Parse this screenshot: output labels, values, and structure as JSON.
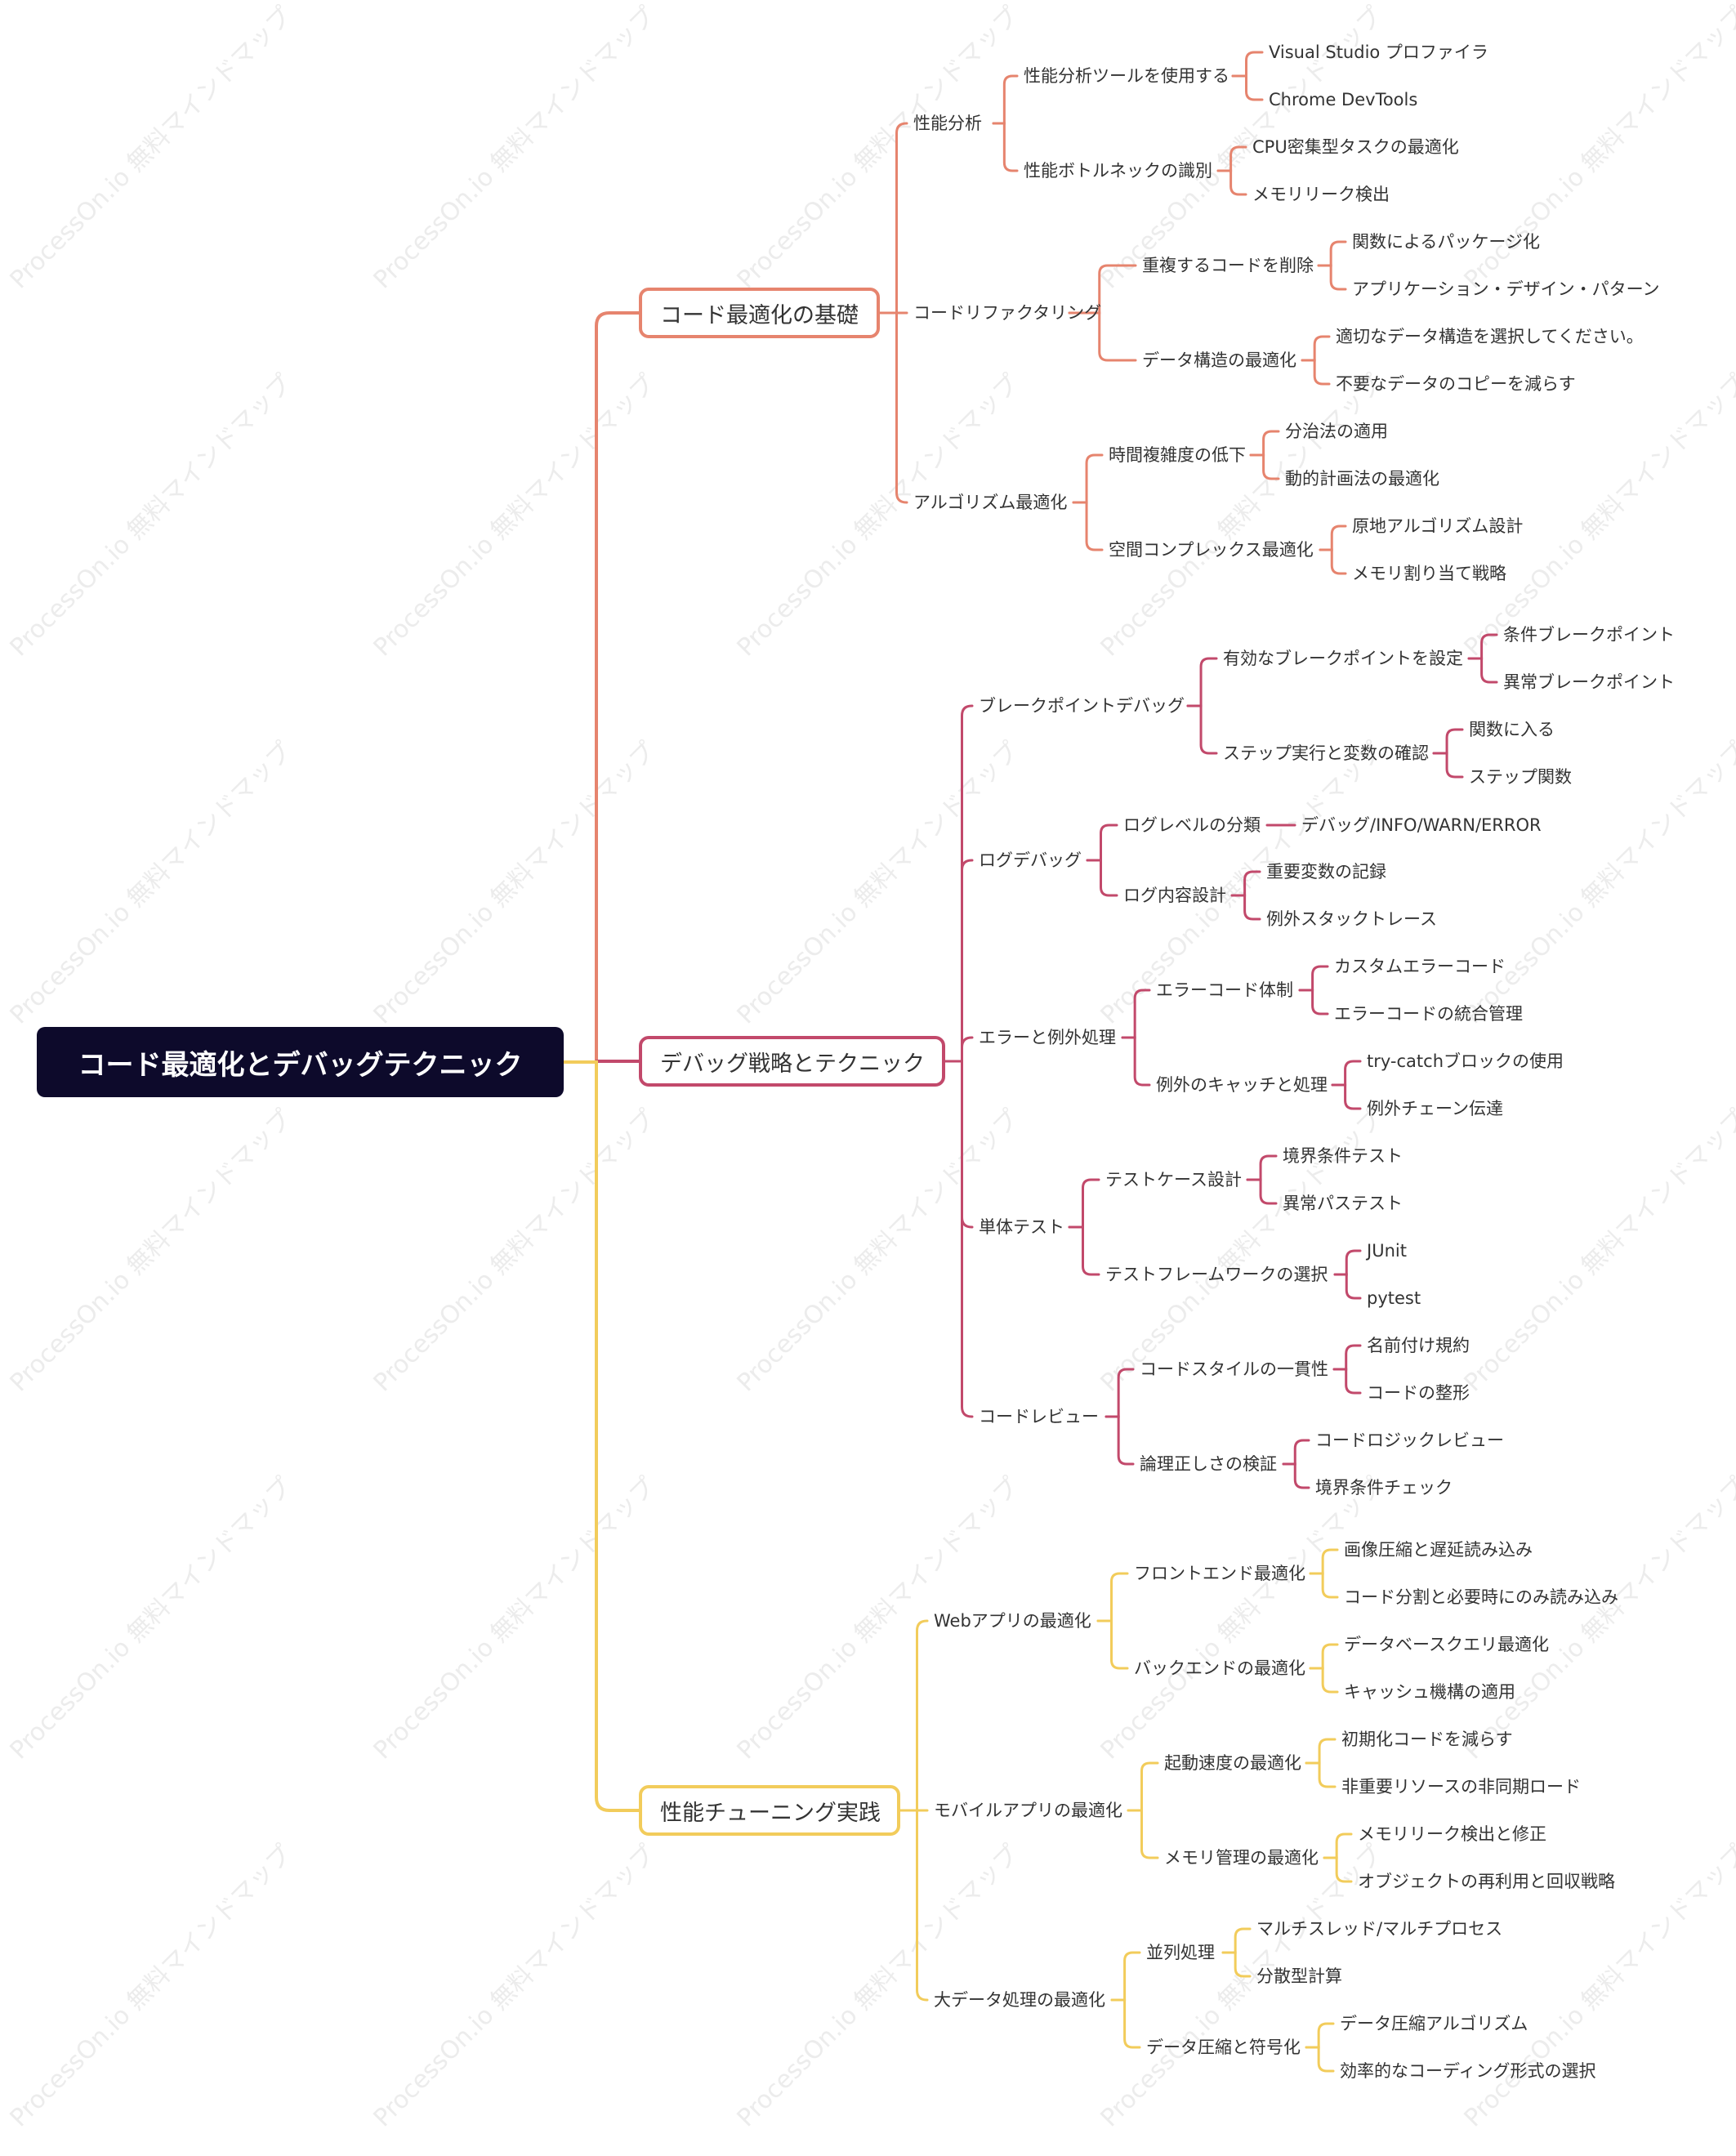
{
  "root": {
    "label": "コード最適化とデバッグテクニック"
  },
  "colors": {
    "root_bg": "#0d0a2b",
    "branch1": "#e6846e",
    "branch2": "#c2496b",
    "branch3": "#f2cc5b"
  },
  "watermark": "ProcessOn.io 無料マインドマップ",
  "branches": [
    {
      "label": "コード最適化の基礎",
      "children": [
        {
          "label": "性能分析",
          "children": [
            {
              "label": "性能分析ツールを使用する",
              "children": [
                {
                  "label": "Visual Studio プロファイラ"
                },
                {
                  "label": "Chrome DevTools"
                }
              ]
            },
            {
              "label": "性能ボトルネックの識別",
              "children": [
                {
                  "label": "CPU密集型タスクの最適化"
                },
                {
                  "label": "メモリリーク検出"
                }
              ]
            }
          ]
        },
        {
          "label": "コードリファクタリング",
          "children": [
            {
              "label": "重複するコードを削除",
              "children": [
                {
                  "label": "関数によるパッケージ化"
                },
                {
                  "label": "アプリケーション・デザイン・パターン"
                }
              ]
            },
            {
              "label": "データ構造の最適化",
              "children": [
                {
                  "label": "適切なデータ構造を選択してください。"
                },
                {
                  "label": "不要なデータのコピーを減らす"
                }
              ]
            }
          ]
        },
        {
          "label": "アルゴリズム最適化",
          "children": [
            {
              "label": "時間複雑度の低下",
              "children": [
                {
                  "label": "分治法の適用"
                },
                {
                  "label": "動的計画法の最適化"
                }
              ]
            },
            {
              "label": "空間コンプレックス最適化",
              "children": [
                {
                  "label": "原地アルゴリズム設計"
                },
                {
                  "label": "メモリ割り当て戦略"
                }
              ]
            }
          ]
        }
      ]
    },
    {
      "label": "デバッグ戦略とテクニック",
      "children": [
        {
          "label": "ブレークポイントデバッグ",
          "children": [
            {
              "label": "有効なブレークポイントを設定",
              "children": [
                {
                  "label": "条件ブレークポイント"
                },
                {
                  "label": "異常ブレークポイント"
                }
              ]
            },
            {
              "label": "ステップ実行と変数の確認",
              "children": [
                {
                  "label": "関数に入る"
                },
                {
                  "label": "ステップ関数"
                }
              ]
            }
          ]
        },
        {
          "label": "ログデバッグ",
          "children": [
            {
              "label": "ログレベルの分類",
              "children": [
                {
                  "label": "デバッグ/INFO/WARN/ERROR"
                }
              ]
            },
            {
              "label": "ログ内容設計",
              "children": [
                {
                  "label": "重要変数の記録"
                },
                {
                  "label": "例外スタックトレース"
                }
              ]
            }
          ]
        },
        {
          "label": "エラーと例外処理",
          "children": [
            {
              "label": "エラーコード体制",
              "children": [
                {
                  "label": "カスタムエラーコード"
                },
                {
                  "label": "エラーコードの統合管理"
                }
              ]
            },
            {
              "label": "例外のキャッチと処理",
              "children": [
                {
                  "label": "try-catchブロックの使用"
                },
                {
                  "label": "例外チェーン伝達"
                }
              ]
            }
          ]
        },
        {
          "label": "単体テスト",
          "children": [
            {
              "label": "テストケース設計",
              "children": [
                {
                  "label": "境界条件テスト"
                },
                {
                  "label": "異常パステスト"
                }
              ]
            },
            {
              "label": "テストフレームワークの選択",
              "children": [
                {
                  "label": "JUnit"
                },
                {
                  "label": "pytest"
                }
              ]
            }
          ]
        },
        {
          "label": "コードレビュー",
          "children": [
            {
              "label": "コードスタイルの一貫性",
              "children": [
                {
                  "label": "名前付け規約"
                },
                {
                  "label": "コードの整形"
                }
              ]
            },
            {
              "label": "論理正しさの検証",
              "children": [
                {
                  "label": "コードロジックレビュー"
                },
                {
                  "label": "境界条件チェック"
                }
              ]
            }
          ]
        }
      ]
    },
    {
      "label": "性能チューニング実践",
      "children": [
        {
          "label": "Webアプリの最適化",
          "children": [
            {
              "label": "フロントエンド最適化",
              "children": [
                {
                  "label": "画像圧縮と遅延読み込み"
                },
                {
                  "label": "コード分割と必要時にのみ読み込み"
                }
              ]
            },
            {
              "label": "バックエンドの最適化",
              "children": [
                {
                  "label": "データベースクエリ最適化"
                },
                {
                  "label": "キャッシュ機構の適用"
                }
              ]
            }
          ]
        },
        {
          "label": "モバイルアプリの最適化",
          "children": [
            {
              "label": "起動速度の最適化",
              "children": [
                {
                  "label": "初期化コードを減らす"
                },
                {
                  "label": "非重要リソースの非同期ロード"
                }
              ]
            },
            {
              "label": "メモリ管理の最適化",
              "children": [
                {
                  "label": "メモリリーク検出と修正"
                },
                {
                  "label": "オブジェクトの再利用と回収戦略"
                }
              ]
            }
          ]
        },
        {
          "label": "大データ処理の最適化",
          "children": [
            {
              "label": "並列処理",
              "children": [
                {
                  "label": "マルチスレッド/マルチプロセス"
                },
                {
                  "label": "分散型計算"
                }
              ]
            },
            {
              "label": "データ圧縮と符号化",
              "children": [
                {
                  "label": "データ圧縮アルゴリズム"
                },
                {
                  "label": "効率的なコーディング形式の選択"
                }
              ]
            }
          ]
        }
      ]
    }
  ]
}
